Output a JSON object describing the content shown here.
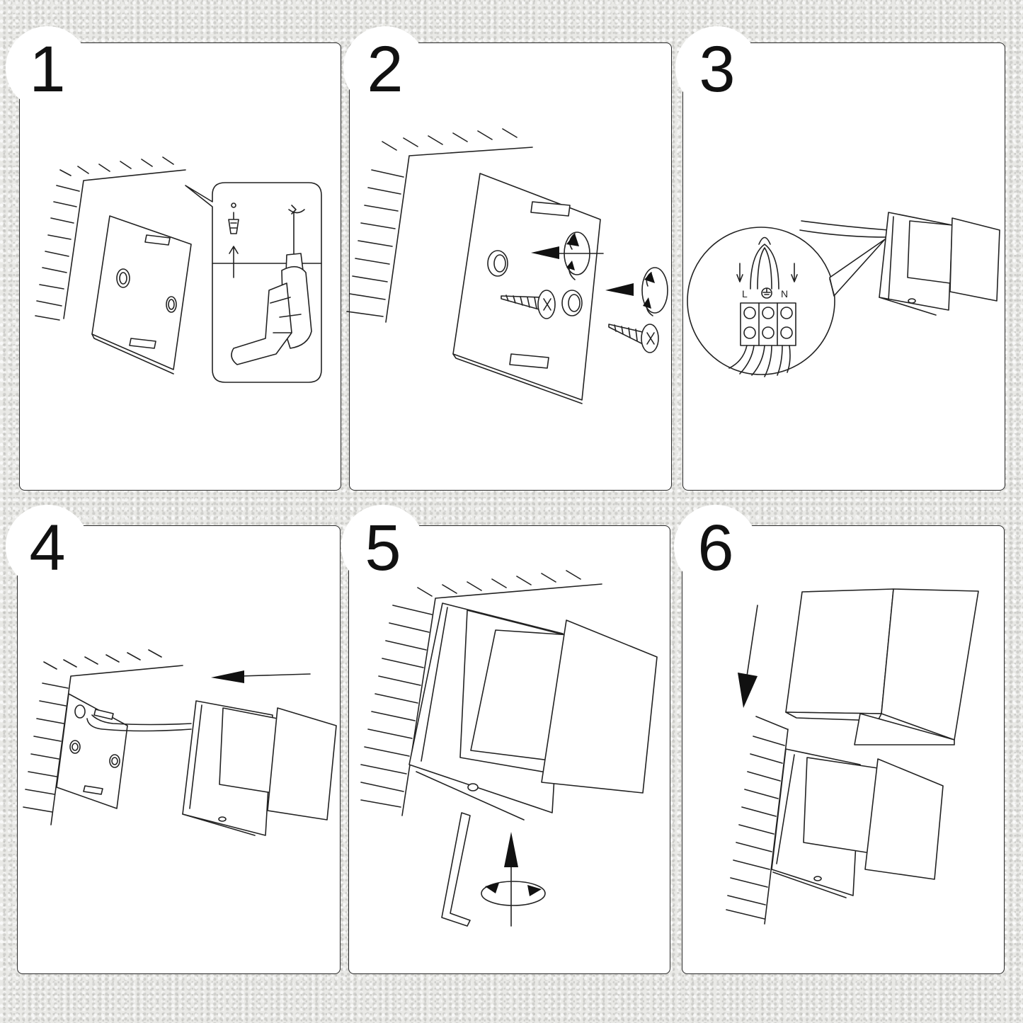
{
  "steps": [
    {
      "number": "1"
    },
    {
      "number": "2"
    },
    {
      "number": "3"
    },
    {
      "number": "4"
    },
    {
      "number": "5"
    },
    {
      "number": "6"
    }
  ],
  "terminals": {
    "live": "L",
    "neutral": "N"
  },
  "icons": [
    "wall-hatch-icon",
    "mounting-plate-icon",
    "drill-icon",
    "wall-plug-icon",
    "screw-icon",
    "lamp-body-icon",
    "allen-key-icon",
    "rotate-arrow-icon",
    "ground-symbol-icon"
  ],
  "colors": {
    "line": "#222222",
    "panel": "#ffffff",
    "wall_texture": "#e9e9e6"
  }
}
